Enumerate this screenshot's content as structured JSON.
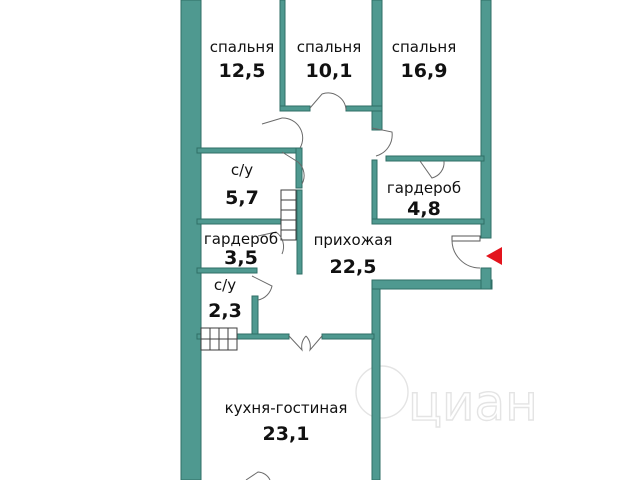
{
  "plan": {
    "colors": {
      "wall": "#4f9990",
      "wall_edge": "#2f6e66",
      "entrance_marker": "#e3141d",
      "background": "#ffffff"
    },
    "rooms": [
      {
        "id": "bedroom-1",
        "name": "спальня",
        "area": "12,5"
      },
      {
        "id": "bedroom-2",
        "name": "спальня",
        "area": "10,1"
      },
      {
        "id": "bedroom-3",
        "name": "спальня",
        "area": "16,9"
      },
      {
        "id": "bathroom-1",
        "name": "с/у",
        "area": "5,7"
      },
      {
        "id": "wardrobe-1",
        "name": "гардероб",
        "area": "4,8"
      },
      {
        "id": "wardrobe-2",
        "name": "гардероб",
        "area": "3,5"
      },
      {
        "id": "hallway",
        "name": "прихожая",
        "area": "22,5"
      },
      {
        "id": "bathroom-2",
        "name": "с/у",
        "area": "2,3"
      },
      {
        "id": "kitchen-living",
        "name": "кухня-гостиная",
        "area": "23,1"
      }
    ],
    "entrance_marker_icon": "triangle-left-icon",
    "watermark": "циан"
  }
}
